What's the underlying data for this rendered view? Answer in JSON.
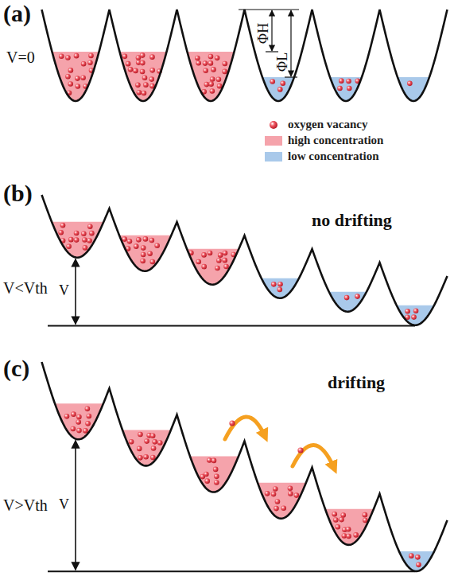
{
  "diagram": {
    "labels": [
      "(a)",
      "V=0",
      "ΦH",
      "ΦL",
      "(b)",
      "V<Vth",
      "V",
      "no drifting",
      "(c)",
      "V>Vth",
      "V",
      "drifting"
    ],
    "legend": [
      {
        "text": "oxygen vacancy"
      },
      {
        "text": "high concentration",
        "color": "#f5a3ab"
      },
      {
        "text": "low concentration",
        "color": "#a9c9ea"
      }
    ]
  }
}
